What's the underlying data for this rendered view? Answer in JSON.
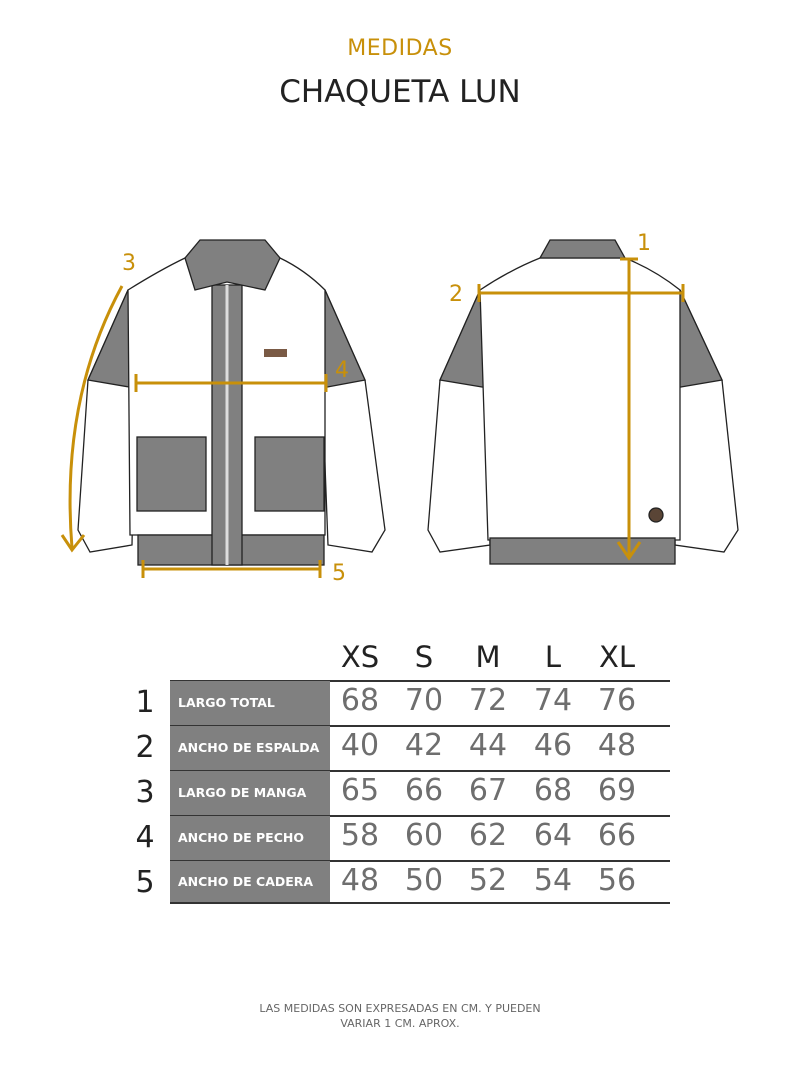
{
  "header": {
    "kicker": "MEDIDAS",
    "title": "CHAQUETA LUN"
  },
  "diagram": {
    "front_labels": [
      "3",
      "4",
      "5"
    ],
    "back_labels": [
      "1",
      "2"
    ],
    "accent": "#c8900a",
    "panel_gray": "#808080"
  },
  "table": {
    "sizes": [
      "XS",
      "S",
      "M",
      "L",
      "XL"
    ],
    "rows": [
      {
        "num": "1",
        "label": "LARGO TOTAL",
        "values": [
          "68",
          "70",
          "72",
          "74",
          "76"
        ]
      },
      {
        "num": "2",
        "label": "ANCHO DE ESPALDA",
        "values": [
          "40",
          "42",
          "44",
          "46",
          "48"
        ]
      },
      {
        "num": "3",
        "label": "LARGO DE MANGA",
        "values": [
          "65",
          "66",
          "67",
          "68",
          "69"
        ]
      },
      {
        "num": "4",
        "label": "ANCHO DE PECHO",
        "values": [
          "58",
          "60",
          "62",
          "64",
          "66"
        ]
      },
      {
        "num": "5",
        "label": "ANCHO DE CADERA",
        "values": [
          "48",
          "50",
          "52",
          "54",
          "56"
        ]
      }
    ]
  },
  "footer": {
    "line1": "LAS MEDIDAS SON EXPRESADAS EN CM. Y PUEDEN",
    "line2": "VARIAR 1 CM. APROX."
  }
}
